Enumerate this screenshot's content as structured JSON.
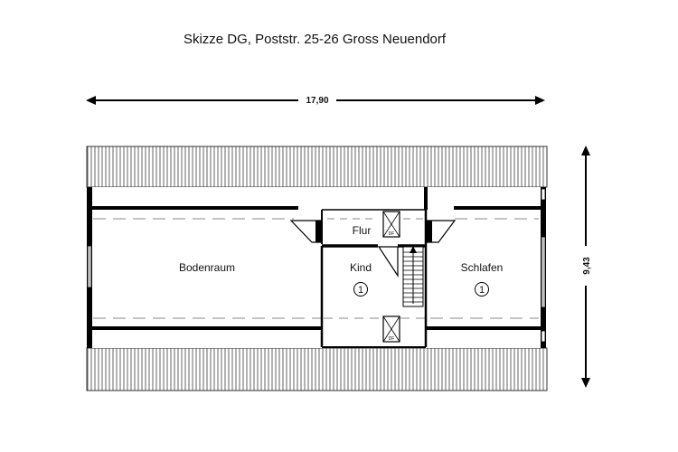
{
  "title": "Skizze DG, Poststr. 25-26 Gross Neuendorf",
  "dimensions": {
    "width": "17,90",
    "height": "9,43"
  },
  "rooms": {
    "bodenraum": "Bodenraum",
    "flur": "Flur",
    "kind": "Kind",
    "schlafen": "Schlafen"
  },
  "room_numbers": {
    "kind": "1",
    "schlafen": "1"
  },
  "skylight_label": "DF"
}
